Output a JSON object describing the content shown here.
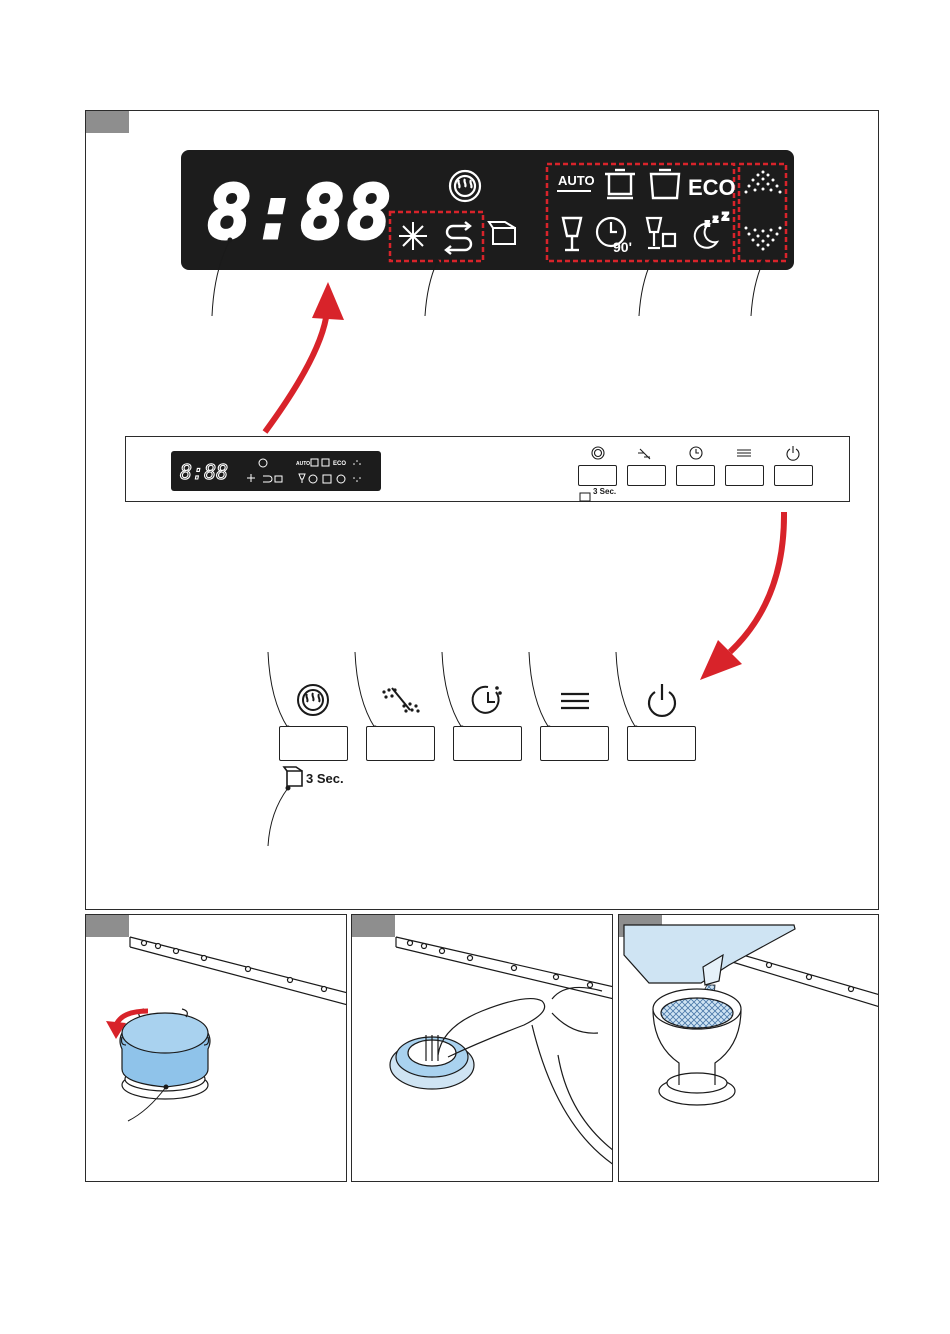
{
  "display": {
    "time": "8:88",
    "auto_label": "AUTO",
    "eco_label": "ECO",
    "duration_label": "90'"
  },
  "panel": {
    "time": "8:88",
    "auto_label": "AUTO",
    "eco_label": "ECO",
    "hold_hint": "3 Sec."
  },
  "buttons": {
    "hold_hint": "3 Sec.",
    "items": [
      {
        "icon": "extra-hygiene-icon"
      },
      {
        "icon": "spray-intensity-icon"
      },
      {
        "icon": "delay-timer-icon"
      },
      {
        "icon": "program-menu-icon"
      },
      {
        "icon": "power-icon"
      }
    ]
  },
  "colors": {
    "display_bg": "#1c1c1c",
    "highlight_dash": "#d8232a",
    "arrow": "#d8232a",
    "salt_cap": "#8fc3ea",
    "funnel_blue": "#cfe4f3",
    "tab_gray": "#8e8e8e"
  }
}
